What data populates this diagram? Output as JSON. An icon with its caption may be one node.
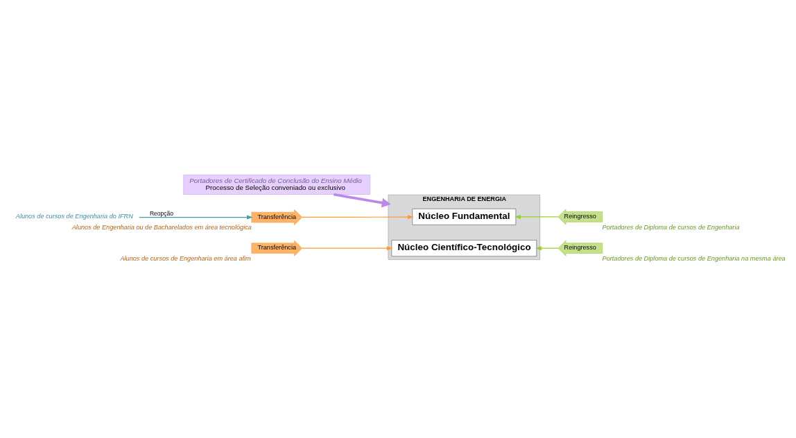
{
  "diagram": {
    "nodes": [
      {
        "text": [
          "Portadores de Certificado de Conclusão do Ensino Médio",
          "Processo de Seleção conveniado ou exclusivo"
        ]
      },
      {
        "text": [
          "ENGENHARIA DE ENERGIA"
        ]
      },
      {
        "text": [
          "Núcleo Fundamental"
        ],
        "in": 1
      },
      {
        "text": [
          "Núcleo Científico-Tecnológico"
        ],
        "in": 1
      },
      {
        "text": [
          "Alunos de cursos de Engenharia do IFRN"
        ]
      },
      {
        "text": [
          "Transferência"
        ],
        "beside": [
          "Alunos de Engenharia ou de Bacharelados em área tecnológica"
        ]
      },
      {
        "text": [
          "Transferência"
        ],
        "beside": [
          "Alunos de cursos de Engenharia em área afim"
        ]
      },
      {
        "text": [
          "Reingresso"
        ],
        "beside": [
          "Portadores de Diploma de cursos de Engenharia"
        ]
      },
      {
        "text": [
          "Reingresso"
        ],
        "beside": [
          "Portadores de Diploma de cursos de Engenharia na mesma área"
        ]
      }
    ],
    "edges": [
      {
        "from": 0,
        "to": 1,
        "arrow": "to",
        "style": "thick",
        "color": "#bb88ee"
      },
      {
        "from": 4,
        "to": 5,
        "arrow": "to",
        "label": "Reopção",
        "color": "#4a9aaa"
      },
      {
        "from": 5,
        "to": 2,
        "arrow": "to"
      },
      {
        "from": 6,
        "to": 3,
        "arrow": "to"
      },
      {
        "from": 7,
        "to": 2,
        "arrow": "to",
        "color": "#99cc33"
      },
      {
        "from": 8,
        "to": 3,
        "arrow": "to",
        "color": "#99cc33"
      }
    ]
  }
}
